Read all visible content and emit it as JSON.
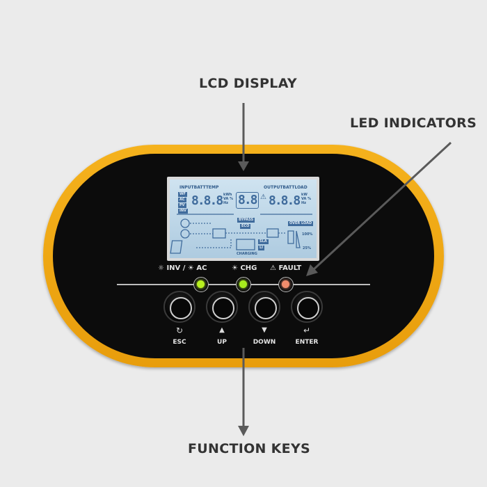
{
  "callouts": {
    "lcd": "LCD DISPLAY",
    "led": "LED INDICATORS",
    "keys": "FUNCTION KEYS"
  },
  "lcd": {
    "input_header": "INPUTBATTTEMP",
    "output_header": "OUTPUTBATTLOAD",
    "input_digits": "8.8.8",
    "center_digits": "8.8",
    "output_digits": "8.8.8",
    "input_tags": [
      "WF",
      "AC",
      "PV",
      "INV"
    ],
    "input_units": "kWh VA % Hz",
    "output_units": "kW VA % Hz",
    "bypass": "BYPASS",
    "eco": "ECO",
    "overload": "OVER LOAD",
    "sla": "SLA",
    "li": "LI",
    "charging": "CHARGING",
    "pct_100": "100%",
    "pct_25": "25%"
  },
  "leds": [
    {
      "label": "INV / ☀ AC",
      "icon": "sun-icon",
      "color": "#b8f020"
    },
    {
      "label": "CHG",
      "icon": "sun-icon",
      "color": "#a8ec1e"
    },
    {
      "label": "FAULT",
      "icon": "warning-triangle-icon",
      "color": "#f08c6c"
    }
  ],
  "keys": [
    {
      "label": "ESC",
      "symbol": "↻",
      "icon": "rotate-icon"
    },
    {
      "label": "UP",
      "symbol": "▲",
      "icon": "arrow-up-icon"
    },
    {
      "label": "DOWN",
      "symbol": "▼",
      "icon": "arrow-down-icon"
    },
    {
      "label": "ENTER",
      "symbol": "↵",
      "icon": "enter-icon"
    }
  ],
  "colors": {
    "shell": "#f0a818",
    "face": "#0c0c0c",
    "arrow": "#5a5a5a"
  }
}
